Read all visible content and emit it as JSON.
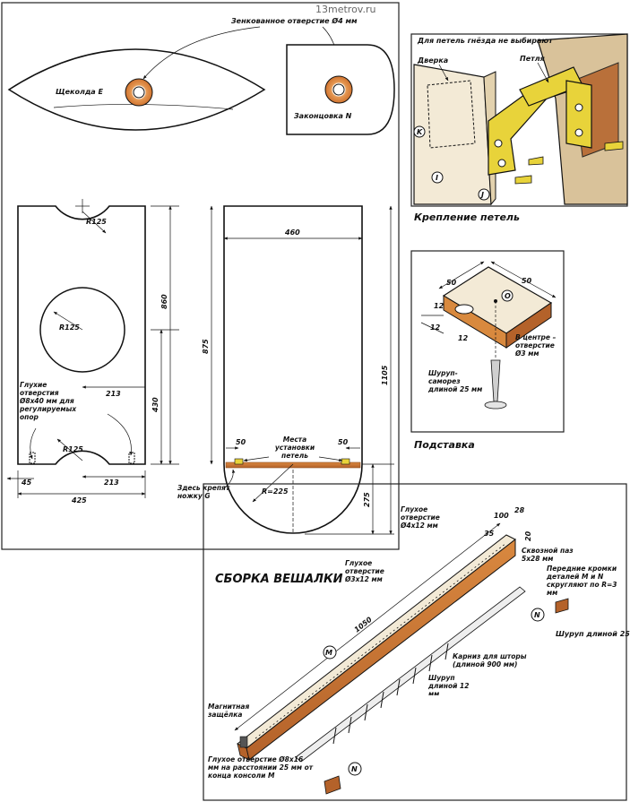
{
  "watermark": "13metrov.ru",
  "latch": {
    "label": "Щеколда E",
    "hole_note": "Зенкованное отверстие Ø4 мм"
  },
  "end_piece": {
    "label": "Законцовка N"
  },
  "hinge_fig": {
    "note": "Для петель гнёзда не выбирают",
    "door": "Дверка",
    "hinge": "Петля",
    "mark_k": "K",
    "mark_i": "I",
    "mark_j": "J",
    "caption": "Крепление петель"
  },
  "stand_fig": {
    "dim1": "50",
    "dim2": "50",
    "dim3": "12",
    "dim4": "12",
    "dim5": "12",
    "mark": "O",
    "center_hole": "В центре – отверстие Ø3 мм",
    "screw": "Шуруп-саморез длиной 25 мм",
    "caption": "Подставка"
  },
  "side_panel": {
    "r1": "R125",
    "r2": "R125",
    "r3": "R125",
    "d213a": "213",
    "d213b": "213",
    "d860": "860",
    "d430": "430",
    "d45": "45",
    "d425": "425",
    "blind_holes": "Глухие отверстия Ø8х40 мм для регулируемых опор"
  },
  "door_panel": {
    "d460": "460",
    "d875": "875",
    "d1105": "1105",
    "d50a": "50",
    "d50b": "50",
    "hinges": "Места установки петель",
    "fix": "Здесь крепят ножку G",
    "radius": "R=225",
    "d275": "275"
  },
  "assembly": {
    "title": "СБОРКА ВЕШАЛКИ",
    "hole_4x12": "Глухое отверстие Ø4х12 мм",
    "hole_3x12": "Глухое отверстие Ø3х12 мм",
    "d1050": "1050",
    "d35": "35",
    "d100": "100",
    "d28": "28",
    "d20": "20",
    "slot": "Сквозной паз 5х28 мм",
    "edges": "Передние кромки деталей M и N скругляют по R=3 мм",
    "mark_n": "N",
    "mark_m": "M",
    "screw25": "Шуруп длиной 25 мм",
    "rail": "Карниз для шторы (длиной 900 мм)",
    "screw12": "Шуруп длиной 12 мм",
    "magnet": "Магнитная защёлка",
    "hole_8x16": "Глухое отверстие Ø8х16 мм на расстоянии 25 мм от конца консоли M"
  }
}
